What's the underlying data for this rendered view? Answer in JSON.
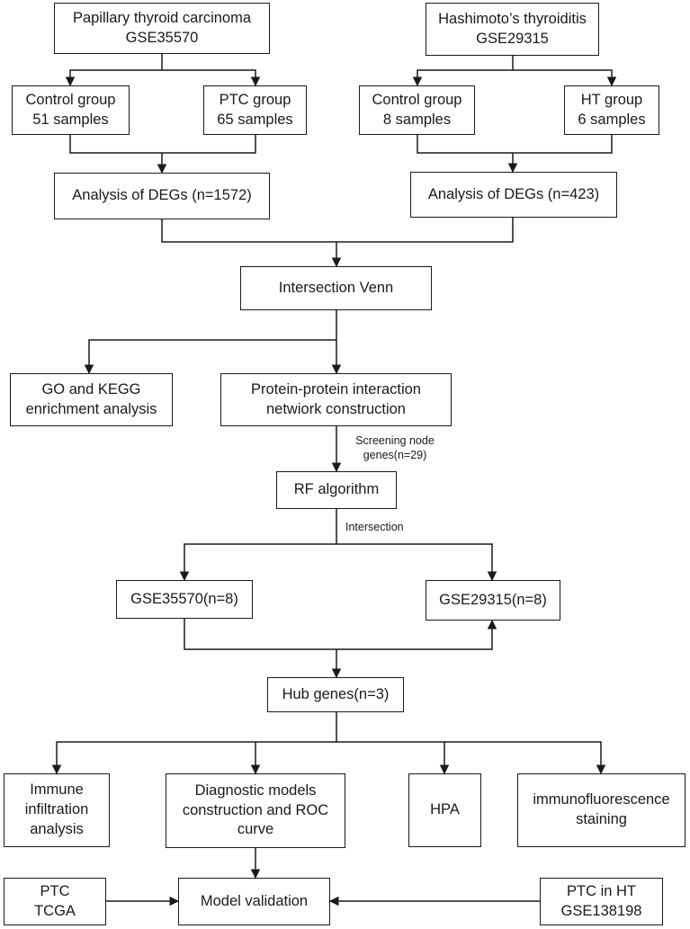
{
  "nodes": {
    "ptc_dataset": [
      "Papillary thyroid carcinoma",
      "GSE35570"
    ],
    "ht_dataset": [
      "Hashimoto’s thyroiditis",
      "GSE29315"
    ],
    "ptc_control": [
      "Control group",
      "51 samples"
    ],
    "ptc_group": [
      "PTC group",
      "65 samples"
    ],
    "ht_control": [
      "Control group",
      "8 samples"
    ],
    "ht_group": [
      "HT group",
      "6 samples"
    ],
    "deg_left": [
      "Analysis of DEGs (n=1572)"
    ],
    "deg_right": [
      "Analysis of DEGs (n=423)"
    ],
    "venn": [
      "Intersection Venn"
    ],
    "go_kegg": [
      "GO and KEGG",
      "enrichment analysis"
    ],
    "ppi": [
      "Protein-protein interaction",
      "netwiork construction"
    ],
    "rf": [
      "RF algorithm"
    ],
    "gse35570_result": [
      "GSE35570(n=8)"
    ],
    "gse29315_result": [
      "GSE29315(n=8)"
    ],
    "hub": [
      "Hub genes(n=3)"
    ],
    "immune": [
      "Immune",
      "infiltration",
      "analysis"
    ],
    "diagnostic": [
      "Diagnostic models",
      "construction and ROC",
      "curve"
    ],
    "hpa": [
      "HPA"
    ],
    "if_staining": [
      "immunofluorescence",
      "staining"
    ],
    "ptc_tcga": [
      "PTC",
      "TCGA"
    ],
    "model_validation": [
      "Model validation"
    ],
    "ptc_in_ht": [
      "PTC in HT",
      "GSE138198"
    ]
  },
  "edge_labels": {
    "screening": [
      "Screening node",
      "genes(n=29)"
    ],
    "intersection": [
      "Intersection"
    ]
  },
  "colors": {
    "stroke": "#1a1a1a",
    "fill": "#ffffff"
  }
}
